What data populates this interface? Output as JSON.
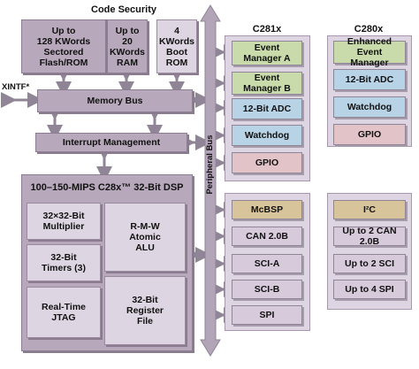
{
  "code_security": {
    "title": "Code Security"
  },
  "memory_blocks": [
    {
      "label": "Up to\n128 KWords\nSectored\nFlash/ROM"
    },
    {
      "label": "Up to\n20\nKWords\nRAM"
    },
    {
      "label": "4\nKWords\nBoot\nROM"
    }
  ],
  "xintf": {
    "label": "XINTF*"
  },
  "memory_bus": {
    "label": "Memory Bus"
  },
  "interrupt_mgmt": {
    "label": "Interrupt Management"
  },
  "cpu": {
    "title": "100–150-MIPS C28x™ 32-Bit DSP",
    "blocks": [
      {
        "label": "32×32-Bit\nMultiplier"
      },
      {
        "label": "R-M-W\nAtomic\nALU"
      },
      {
        "label": "32-Bit\nTimers (3)"
      },
      {
        "label": "32-Bit\nRegister\nFile"
      },
      {
        "label": "Real-Time\nJTAG"
      }
    ]
  },
  "peripheral_bus": {
    "label": "Peripheral Bus"
  },
  "c281x": {
    "title": "C281x",
    "top": [
      {
        "label": "Event\nManager A",
        "color": "#c9dbab"
      },
      {
        "label": "Event\nManager B",
        "color": "#c9dbab"
      },
      {
        "label": "12-Bit ADC",
        "color": "#b9d3e6"
      },
      {
        "label": "Watchdog",
        "color": "#b9d3e6"
      },
      {
        "label": "GPIO",
        "color": "#e2c3c7"
      }
    ],
    "bottom": [
      {
        "label": "McBSP",
        "color": "#d8c49a"
      },
      {
        "label": "CAN 2.0B",
        "color": "#d6cadb"
      },
      {
        "label": "SCI-A",
        "color": "#d6cadb"
      },
      {
        "label": "SCI-B",
        "color": "#d6cadb"
      },
      {
        "label": "SPI",
        "color": "#d6cadb"
      }
    ]
  },
  "c280x": {
    "title": "C280x",
    "top": [
      {
        "label": "Enhanced Event\nManager",
        "color": "#c9dbab"
      },
      {
        "label": "12-Bit ADC",
        "color": "#b9d3e6"
      },
      {
        "label": "Watchdog",
        "color": "#b9d3e6"
      },
      {
        "label": "GPIO",
        "color": "#e2c3c7"
      }
    ],
    "bottom": [
      {
        "label": "I²C",
        "color": "#d8c49a"
      },
      {
        "label": "Up to 2 CAN 2.0B",
        "color": "#d6cadb"
      },
      {
        "label": "Up to 2 SCI",
        "color": "#d6cadb"
      },
      {
        "label": "Up to 4 SPI",
        "color": "#d6cadb"
      }
    ]
  }
}
